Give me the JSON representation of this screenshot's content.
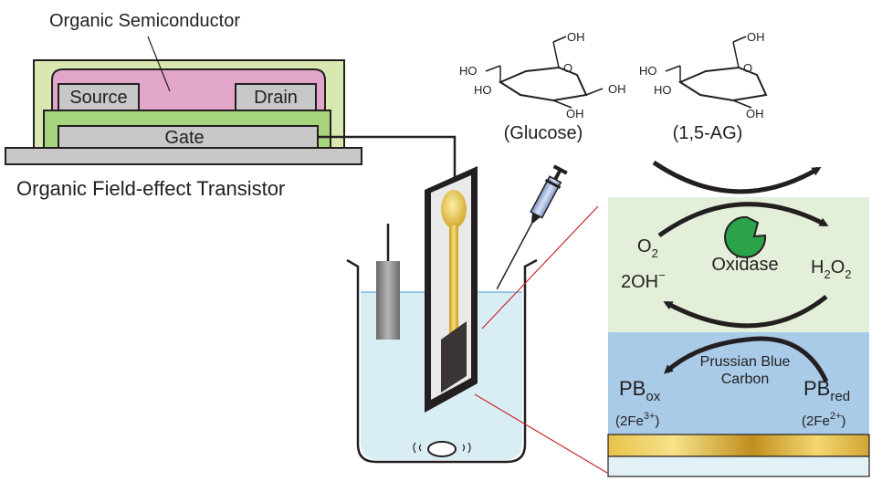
{
  "ofet": {
    "semiconductor_label": "Organic Semiconductor",
    "source_label": "Source",
    "drain_label": "Drain",
    "gate_label": "Gate",
    "title": "Organic Field-effect Transistor"
  },
  "molecules": {
    "glucose": {
      "name": "(Glucose)",
      "oh_top": "OH",
      "ring_o": "O",
      "ho_left_top": "HO",
      "ho_left_bottom": "HO",
      "oh_right": "OH",
      "oh_bottom": "OH"
    },
    "ag": {
      "name": "(1,5-AG)",
      "oh_top": "OH",
      "ring_o": "O",
      "ho_left_top": "HO",
      "ho_left_bottom": "HO",
      "oh_bottom": "OH"
    }
  },
  "reaction": {
    "o2": "O",
    "o2_sub": "2",
    "hydroxide": "2OH",
    "hydroxide_sup": "−",
    "oxidase": "Oxidase",
    "h2o2_h": "H",
    "h2o2_sub1": "2",
    "h2o2_o": "O",
    "h2o2_sub2": "2",
    "catalyst_line1": "Prussian Blue",
    "catalyst_line2": "Carbon",
    "pb_ox": "PB",
    "pb_ox_sub": "ox",
    "pb_red": "PB",
    "pb_red_sub": "red",
    "fe3": "(2Fe",
    "fe3_sup": "3+",
    "fe3_close": ")",
    "fe2": "(2Fe",
    "fe2_sup": "2+",
    "fe2_close": ")"
  },
  "colors": {
    "semiconductor": "#e3a6cb",
    "insulator": "#a5d47c",
    "substrate_light": "#d8e8b0",
    "electrode": "#c8c8c8",
    "enzyme_layer": "#e4efd9",
    "pb_layer": "#a9cbe8",
    "gold": "#d4a92c",
    "enzyme": "#2ba34a",
    "solution": "#d9eef4",
    "redline": "#c8282d"
  }
}
